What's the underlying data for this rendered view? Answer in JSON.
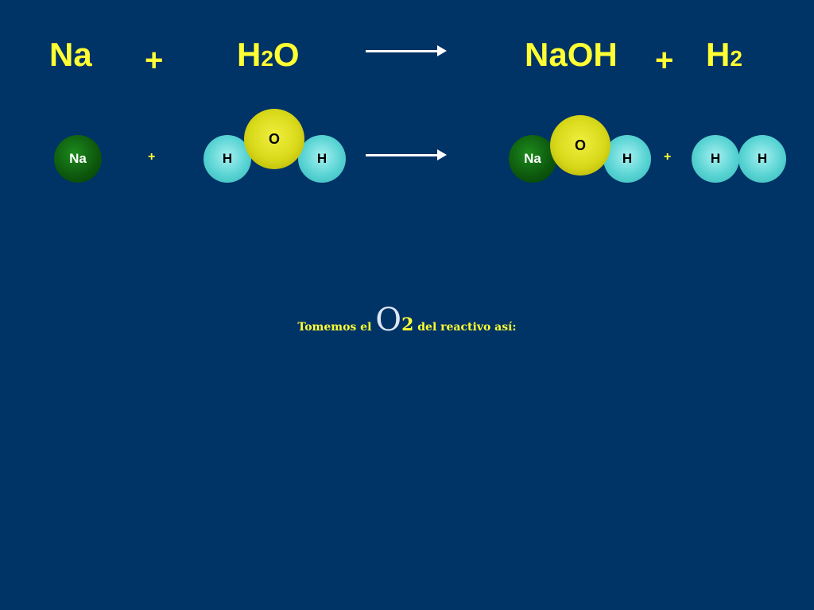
{
  "equation": {
    "reactant1": "Na",
    "plus1": "+",
    "reactant2_symbol": "H",
    "reactant2_sub": "2",
    "reactant2_rest": "O",
    "product1": "NaOH",
    "plus2": "+",
    "product2_symbol": "H",
    "product2_sub": "2"
  },
  "models": {
    "reactants": {
      "sodium": "Na",
      "plus": "+",
      "water_oxygen": "O",
      "water_h_left": "H",
      "water_h_right": "H"
    },
    "products": {
      "sodium": "Na",
      "oxygen": "O",
      "hydrogen": "H",
      "plus": "+",
      "h2_left": "H",
      "h2_right": "H"
    }
  },
  "caption": {
    "before": "Tomemos el ",
    "formula": "O",
    "formula_sub": "2",
    "after": " del reactivo así:"
  },
  "colors": {
    "background": "#003366",
    "text_yellow": "#FFFF33",
    "sodium": "#0E5A0E",
    "hydrogen": "#58D3D3",
    "oxygen": "#D8D81A",
    "arrow": "#FFFFFF"
  }
}
